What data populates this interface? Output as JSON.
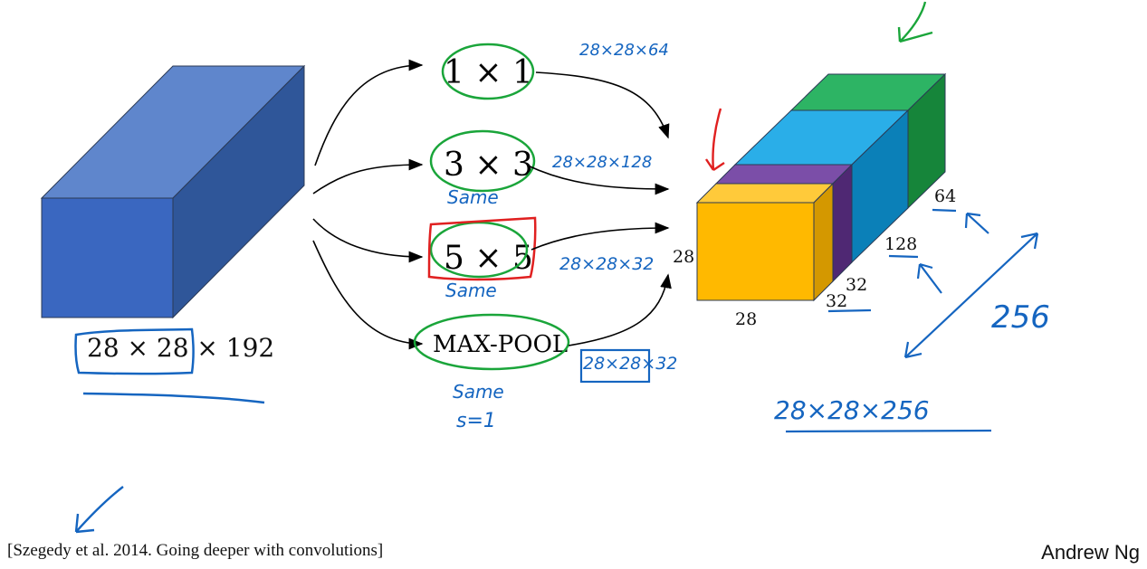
{
  "input_volume": {
    "dims_label": "28 × 28 × 192",
    "front_color": "#3a67c0",
    "top_color": "#5f86cc",
    "side_color": "#2f5699"
  },
  "branches": [
    {
      "label": "1 × 1",
      "note": "28×28×64",
      "padding_note": ""
    },
    {
      "label": "3 × 3",
      "note": "28×28×128",
      "padding_note": "Same"
    },
    {
      "label": "5 × 5",
      "note": "28×28×32",
      "padding_note": "Same"
    },
    {
      "label": "MAX-POOL",
      "note": "28×28×32",
      "padding_note": "Same",
      "stride_note": "s=1"
    }
  ],
  "output_volume": {
    "height_label": "28",
    "width_label": "28",
    "depth_labels": [
      "64",
      "128",
      "32",
      "32"
    ],
    "total_depth_note": "256",
    "dims_note": "28×28×256",
    "colors": {
      "green": "#2db464",
      "green_side": "#16853a",
      "blue": "#2aaee8",
      "blue_side": "#0b80b8",
      "purple": "#7b4ea8",
      "purple_side": "#4f2873",
      "yellow": "#ffb900",
      "yellow_top": "#ffca3a",
      "yellow_side": "#d49800"
    }
  },
  "annotation_colors": {
    "ink_blue": "#1565c0",
    "ink_green": "#1aa53a",
    "ink_red": "#e02020"
  },
  "citation": "[Szegedy et al. 2014. Going deeper with convolutions]",
  "author": "Andrew Ng"
}
